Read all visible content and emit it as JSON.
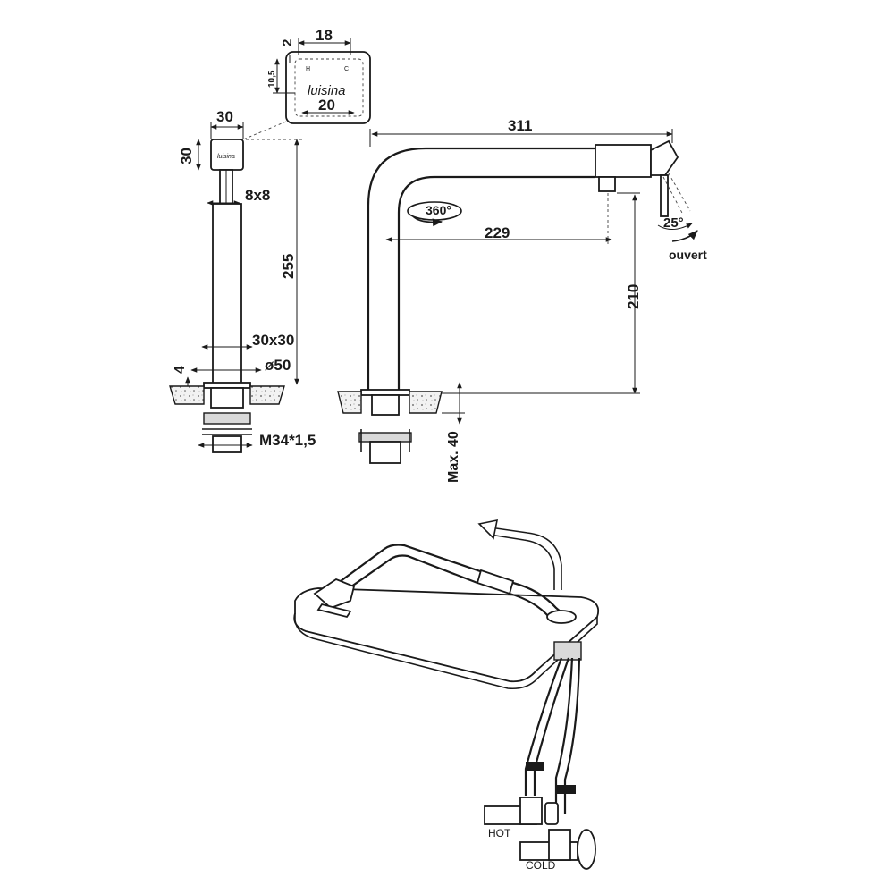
{
  "dimensions": {
    "handle_top_width": "18",
    "handle_side_offset": "2",
    "handle_small_height": "10,5",
    "handle_bottom_width": "20",
    "handle_letter_h": "H",
    "handle_letter_c": "C",
    "brand_logo": "luisina",
    "body_width": "30",
    "body_height": "30",
    "stem_size": "8x8",
    "column_height": "255",
    "base_section": "30x30",
    "base_diameter": "ø50",
    "base_thickness": "4",
    "thread": "M34*1,5",
    "spout_reach": "311",
    "rotation": "360°",
    "spout_inner_reach": "229",
    "spout_height": "210",
    "lever_angle": "25°",
    "lever_open_label": "ouvert",
    "max_deck": "Max. 40"
  },
  "installation": {
    "hot_label": "HOT",
    "cold_label": "COLD"
  }
}
